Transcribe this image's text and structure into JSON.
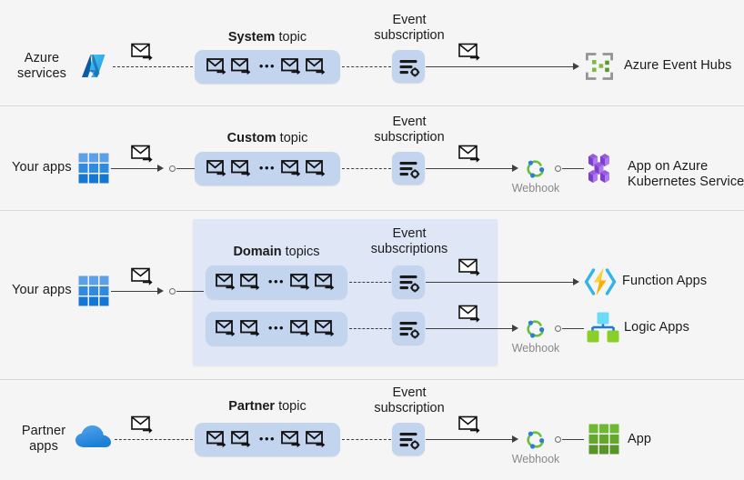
{
  "diagram": {
    "title": "Azure Event Grid topic types and event delivery flows",
    "background_color": "#f5f5f5",
    "accent_color": "#c3d4ef",
    "domain_box_color": "#dfe7f6",
    "divider_color": "#d8d8d8"
  },
  "common": {
    "event_subscription_label": "Event\nsubscription",
    "event_subscriptions_label": "Event\nsubscriptions",
    "webhook_label": "Webhook",
    "ellipsis": "•••",
    "topic_word": "topic",
    "topics_word": "topics",
    "envelope_icon": "envelope-arrow-icon",
    "filter_icon": "event-subscription-filter-icon",
    "webhook_icon": "webhook-icon"
  },
  "rows": [
    {
      "id": "system",
      "source_label": "Azure\nservices",
      "source_icon": "azure-logo-icon",
      "source_connector": "dashed",
      "topic_prefix": "System",
      "topic_suffix": " topic",
      "topic_title": "System topic",
      "envelope_count": 4,
      "subscription_label": "Event\nsubscription",
      "subscription_count": 1,
      "has_webhook": false,
      "webhook_label": "",
      "destination_label": "Azure Event Hubs",
      "destination_icon": "azure-event-hubs-icon"
    },
    {
      "id": "custom",
      "source_label": "Your apps",
      "source_icon": "apps-grid-blue-icon",
      "source_connector": "solid",
      "topic_prefix": "Custom",
      "topic_suffix": " topic",
      "topic_title": "Custom topic",
      "envelope_count": 4,
      "subscription_label": "Event\nsubscription",
      "subscription_count": 1,
      "has_webhook": true,
      "webhook_label": "Webhook",
      "destination_label": "App on Azure\nKubernetes Service",
      "destination_icon": "azure-kubernetes-service-icon"
    },
    {
      "id": "domain",
      "source_label": "Your apps",
      "source_icon": "apps-grid-blue-icon",
      "source_connector": "solid",
      "topic_prefix": "Domain",
      "topic_suffix": " topics",
      "topic_title": "Domain topics",
      "envelope_count": 4,
      "subscription_label": "Event\nsubscriptions",
      "subscription_count": 2,
      "has_webhook": true,
      "webhook_label": "Webhook",
      "destinations": [
        {
          "label": "Function Apps",
          "icon": "azure-function-apps-icon",
          "webhook": false
        },
        {
          "label": "Logic Apps",
          "icon": "azure-logic-apps-icon",
          "webhook": true
        }
      ]
    },
    {
      "id": "partner",
      "source_label": "Partner\napps",
      "source_icon": "partner-cloud-icon",
      "source_connector": "dashed",
      "topic_prefix": "Partner",
      "topic_suffix": " topic",
      "topic_title": "Partner topic",
      "envelope_count": 4,
      "subscription_label": "Event\nsubscription",
      "subscription_count": 1,
      "has_webhook": true,
      "webhook_label": "Webhook",
      "destination_label": "App",
      "destination_icon": "app-grid-green-icon"
    }
  ]
}
